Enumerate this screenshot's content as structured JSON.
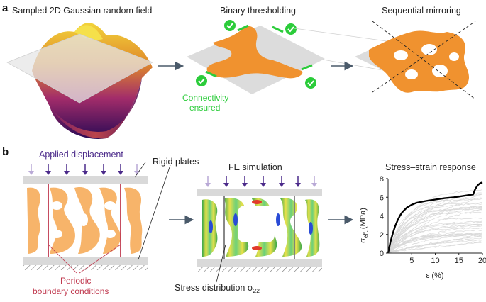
{
  "panel_a": {
    "letter": "a",
    "titles": {
      "gaussian": "Sampled 2D Gaussian random field",
      "threshold": "Binary thresholding",
      "mirroring": "Sequential mirroring"
    },
    "connectivity_line1": "Connectivity",
    "connectivity_line2": "ensured"
  },
  "panel_b": {
    "letter": "b",
    "applied_displacement": "Applied displacement",
    "rigid_plates": "Rigid plates",
    "periodic_line1": "Periodic",
    "periodic_line2": "boundary conditions",
    "fe_simulation": "FE simulation",
    "stress_distribution": "Stress distribution σ",
    "stress_subscript": "22",
    "stress_strain_title": "Stress–strain response"
  },
  "colors": {
    "orange": "#f0922f",
    "light_orange": "#f7b46a",
    "green": "#2bcc3a",
    "red_line": "#c0394f",
    "purple": "#4b2a8a",
    "light_purple": "#b9a9d6",
    "grey_plane": "#d9d9d9",
    "arrow_grey": "#4a5a6a"
  },
  "chart_data": {
    "type": "line",
    "title": "Stress–strain response",
    "xlabel": "ε (%)",
    "ylabel_main": "σ",
    "ylabel_sub": "eff.",
    "ylabel_unit": "(MPa)",
    "xlim": [
      0,
      20
    ],
    "ylim": [
      0,
      8
    ],
    "xticks": [
      5,
      10,
      15,
      20
    ],
    "yticks": [
      0,
      2,
      4,
      6,
      8
    ],
    "highlight_series": {
      "x": [
        0,
        0.5,
        1,
        1.5,
        2,
        2.5,
        3,
        4,
        5,
        6,
        8,
        10,
        12,
        14,
        16,
        18,
        18.5,
        19,
        19.5,
        20
      ],
      "y": [
        0,
        1.2,
        2.1,
        2.9,
        3.5,
        4.0,
        4.4,
        4.9,
        5.2,
        5.4,
        5.6,
        5.75,
        5.9,
        6.0,
        6.15,
        6.3,
        6.9,
        7.3,
        7.5,
        7.6
      ]
    },
    "background_series_count": 40
  }
}
